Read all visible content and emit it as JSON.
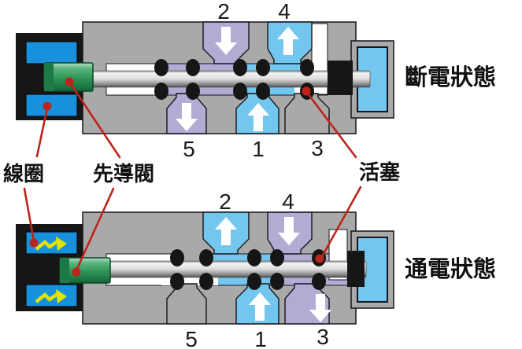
{
  "diagram": {
    "component_labels": {
      "coil": "線圈",
      "pilot_valve": "先導閥",
      "piston": "活塞"
    },
    "colors": {
      "background": "#ffffff",
      "body_gray": "#a9a9a9",
      "outline": "#14141e",
      "flow_purple": "#b3abd4",
      "flow_blue": "#73c7ef",
      "coil_blue": "#1791dc",
      "chamber_blue": "#73c7ef",
      "pilot_green": "#3aa065",
      "seal_black": "#161616",
      "housing_black": "#161616",
      "arrow_white": "#ffffff",
      "bolt_yellow": "#dfe300",
      "annotation_red": "#bd241b"
    },
    "states": {
      "deenergized": {
        "name": "斷電狀態",
        "coil_energized": false,
        "ports": {
          "p2": {
            "number": "2",
            "flow": "down",
            "color": "#b3abd4"
          },
          "p4": {
            "number": "4",
            "flow": "up",
            "color": "#73c7ef"
          },
          "p5": {
            "number": "5",
            "flow": "down",
            "color": "#b3abd4"
          },
          "p1": {
            "number": "1",
            "flow": "up",
            "color": "#73c7ef"
          },
          "p3": {
            "number": "3",
            "flow": "closed",
            "color": "#a9a9a9"
          }
        }
      },
      "energized": {
        "name": "通電狀態",
        "coil_energized": true,
        "ports": {
          "p2": {
            "number": "2",
            "flow": "up",
            "color": "#73c7ef"
          },
          "p4": {
            "number": "4",
            "flow": "down",
            "color": "#b3abd4"
          },
          "p5": {
            "number": "5",
            "flow": "closed",
            "color": "#a9a9a9"
          },
          "p1": {
            "number": "1",
            "flow": "up",
            "color": "#73c7ef"
          },
          "p3": {
            "number": "3",
            "flow": "down",
            "color": "#b3abd4"
          }
        }
      }
    }
  }
}
